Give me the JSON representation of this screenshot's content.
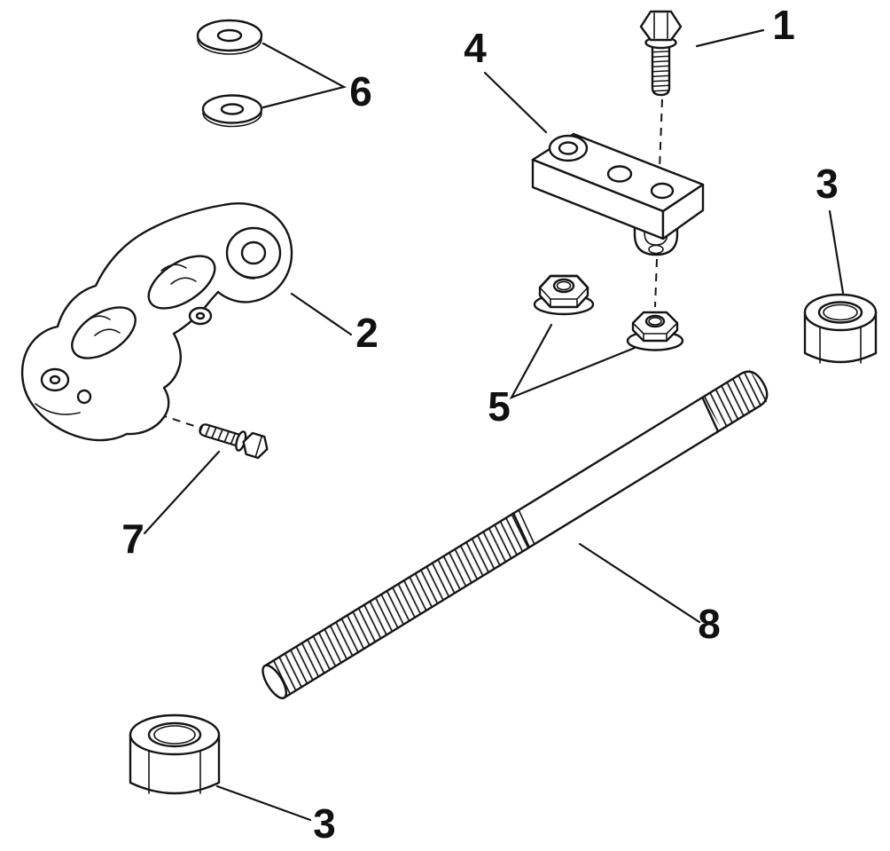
{
  "figure": {
    "type": "exploded-parts-diagram",
    "background": "#ffffff",
    "line_color": "#151515",
    "callouts": [
      {
        "label": "1",
        "part": "hex-bolt"
      },
      {
        "label": "2",
        "part": "cast-bracket"
      },
      {
        "label": "3",
        "part": "hex-nut-right"
      },
      {
        "label": "3",
        "part": "hex-nut-bottom"
      },
      {
        "label": "4",
        "part": "link-plate"
      },
      {
        "label": "5",
        "part": "flange-nuts"
      },
      {
        "label": "6",
        "part": "washers"
      },
      {
        "label": "7",
        "part": "hex-bolt-small"
      },
      {
        "label": "8",
        "part": "threaded-rod"
      }
    ]
  }
}
